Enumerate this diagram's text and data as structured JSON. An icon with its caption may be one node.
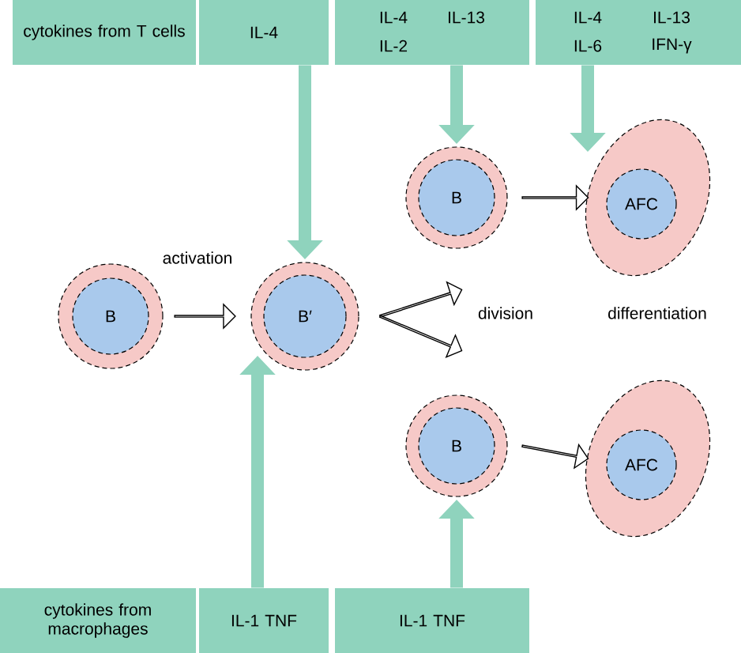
{
  "diagram": {
    "nodes": [
      {
        "text": [
          "cytokines from T cells"
        ]
      },
      {
        "text": [
          "IL-4"
        ]
      },
      {
        "text": [
          "IL-4",
          "IL-13",
          "IL-2"
        ]
      },
      {
        "text": [
          "IL-4",
          "IL-13",
          "IL-6",
          "IFN-γ"
        ]
      },
      {
        "text": [
          "cytokines from macrophages"
        ]
      },
      {
        "text": [
          "IL-1 TNF"
        ]
      },
      {
        "text": [
          "IL-1 TNF"
        ]
      },
      {
        "text": [
          "B"
        ]
      },
      {
        "text": [
          "B′"
        ]
      },
      {
        "text": [
          "B"
        ]
      },
      {
        "text": [
          "AFC"
        ]
      },
      {
        "text": [
          "B"
        ]
      },
      {
        "text": [
          "AFC"
        ]
      }
    ],
    "edges": [
      {
        "from": 7,
        "to": 8,
        "arrow": "to",
        "label": "activation"
      },
      {
        "from": 8,
        "to": 9,
        "arrow": "to"
      },
      {
        "from": 8,
        "to": 11,
        "arrow": "to"
      },
      {
        "from": 9,
        "to": 10,
        "arrow": "to"
      },
      {
        "from": 11,
        "to": 12,
        "arrow": "to"
      },
      {
        "from": 1,
        "to": 8,
        "arrow": "to",
        "color": "#8fd3bd"
      },
      {
        "from": 2,
        "to": 9,
        "arrow": "to",
        "color": "#8fd3bd"
      },
      {
        "from": 3,
        "to": 10,
        "arrow": "to",
        "color": "#8fd3bd"
      },
      {
        "from": 5,
        "to": 8,
        "arrow": "to",
        "color": "#8fd3bd"
      },
      {
        "from": 6,
        "to": 11,
        "arrow": "to",
        "color": "#8fd3bd"
      }
    ],
    "labels": [
      "division",
      "differentiation"
    ]
  }
}
